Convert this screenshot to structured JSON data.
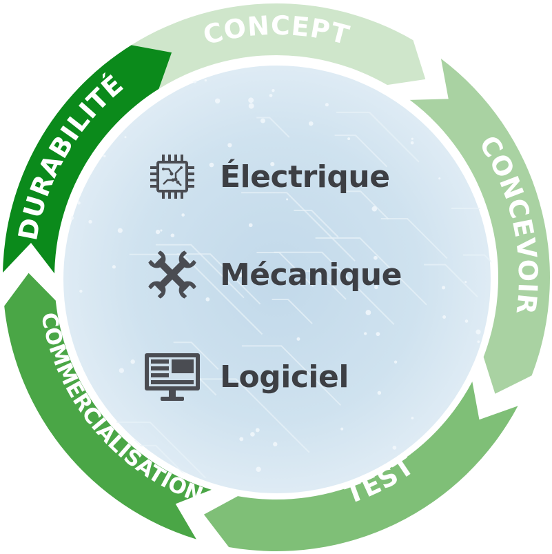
{
  "cycle": {
    "segments": [
      {
        "label": "CONCEPT",
        "color": "#cfe6cb"
      },
      {
        "label": "CONCEVOIR",
        "color": "#a9d2a2"
      },
      {
        "label": "TEST",
        "color": "#7fbf77"
      },
      {
        "label": "COMMERCIALISATION",
        "color": "#4aa646"
      },
      {
        "label": "DURABILITÉ",
        "color": "#0b8a1b"
      }
    ]
  },
  "disciplines": [
    {
      "label": "Électrique",
      "icon": "chip-icon"
    },
    {
      "label": "Mécanique",
      "icon": "tools-icon"
    },
    {
      "label": "Logiciel",
      "icon": "monitor-icon"
    }
  ],
  "colors": {
    "text": "#3d3f44",
    "icon": "#4a4c52",
    "circuit_bg": "#c6ddec"
  }
}
